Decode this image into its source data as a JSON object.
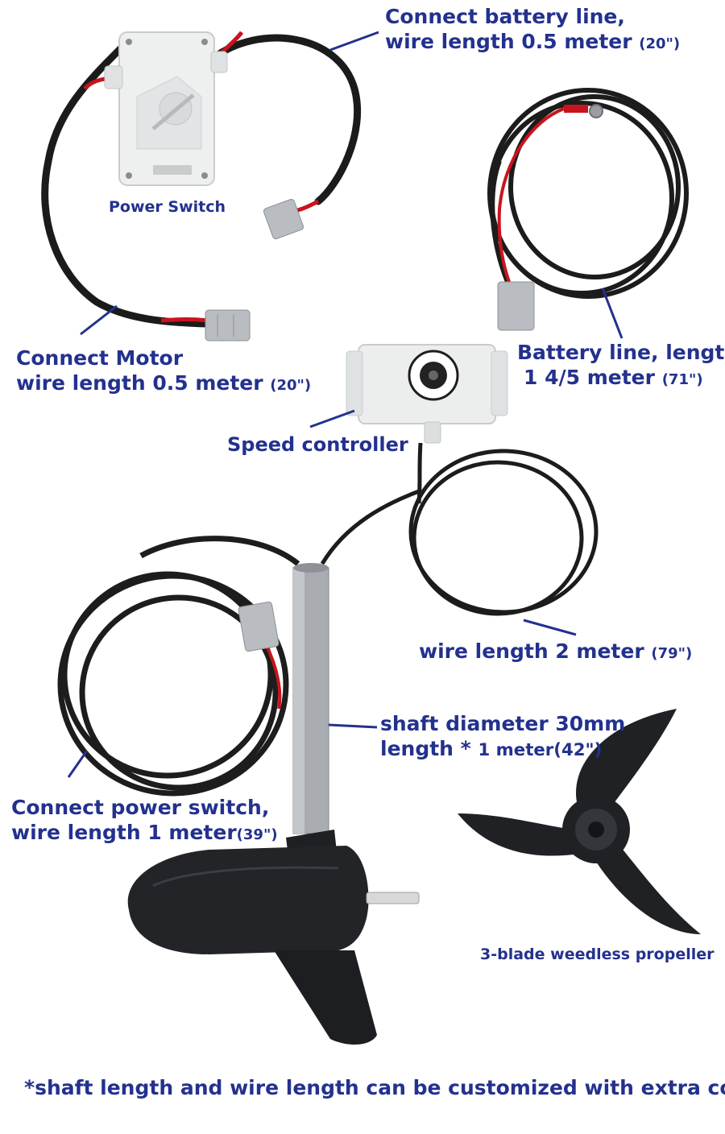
{
  "labels": {
    "battery_connect": {
      "line1": "Connect battery line,",
      "line2_main": "wire length 0.5 meter",
      "line2_small": "(20\")"
    },
    "power_switch": "Power Switch",
    "battery_line": {
      "line1": "Battery line, length",
      "line2_main": "1 4/5 meter",
      "line2_small": "(71\")"
    },
    "motor_connect": {
      "line1": "Connect Motor",
      "line2_main": "wire length 0.5 meter",
      "line2_small": "(20\")"
    },
    "speed_controller": "Speed controller",
    "wire2m": {
      "main": "wire length 2 meter",
      "small": "(79\")"
    },
    "shaft": {
      "line1": "shaft diameter 30mm",
      "line2_main": "length * ",
      "line2_small": "1 meter(42\")"
    },
    "power_switch_connect": {
      "line1": "Connect power switch,",
      "line2_main": "wire length 1 meter",
      "line2_small": "(39\")"
    },
    "propeller": "3-blade weedless propeller",
    "footer": "*shaft length and wire length can be customized with extra cost"
  },
  "colors": {
    "label_text": "#23318e",
    "cable": "#1a1a1a",
    "red_wire": "#c8141e",
    "connector": "#b9bcc0",
    "switch_body": "#eef0f0",
    "shaft": "#a9adb2",
    "motor": "#222428"
  }
}
